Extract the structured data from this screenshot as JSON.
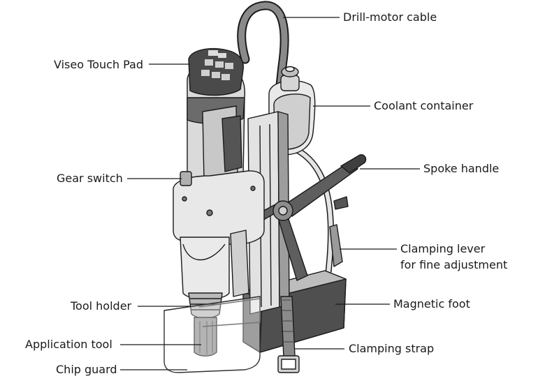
{
  "labels": {
    "drill_motor_cable": "Drill-motor cable",
    "viseo_touch_pad": "Viseo Touch Pad",
    "coolant_container": "Coolant container",
    "spoke_handle": "Spoke handle",
    "gear_switch": "Gear switch",
    "clamping_lever_line1": "Clamping lever",
    "clamping_lever_line2": "for fine adjustment",
    "tool_holder": "Tool holder",
    "magnetic_foot": "Magnetic foot",
    "application_tool": "Application tool",
    "clamping_strap": "Clamping strap",
    "chip_guard": "Chip guard"
  },
  "colors": {
    "line": "#1a1a1a",
    "body_grey": "#d7d7d7",
    "dark_grey": "#5a5a5a",
    "mid_grey": "#9a9a9a",
    "light_grey": "#ececec"
  }
}
